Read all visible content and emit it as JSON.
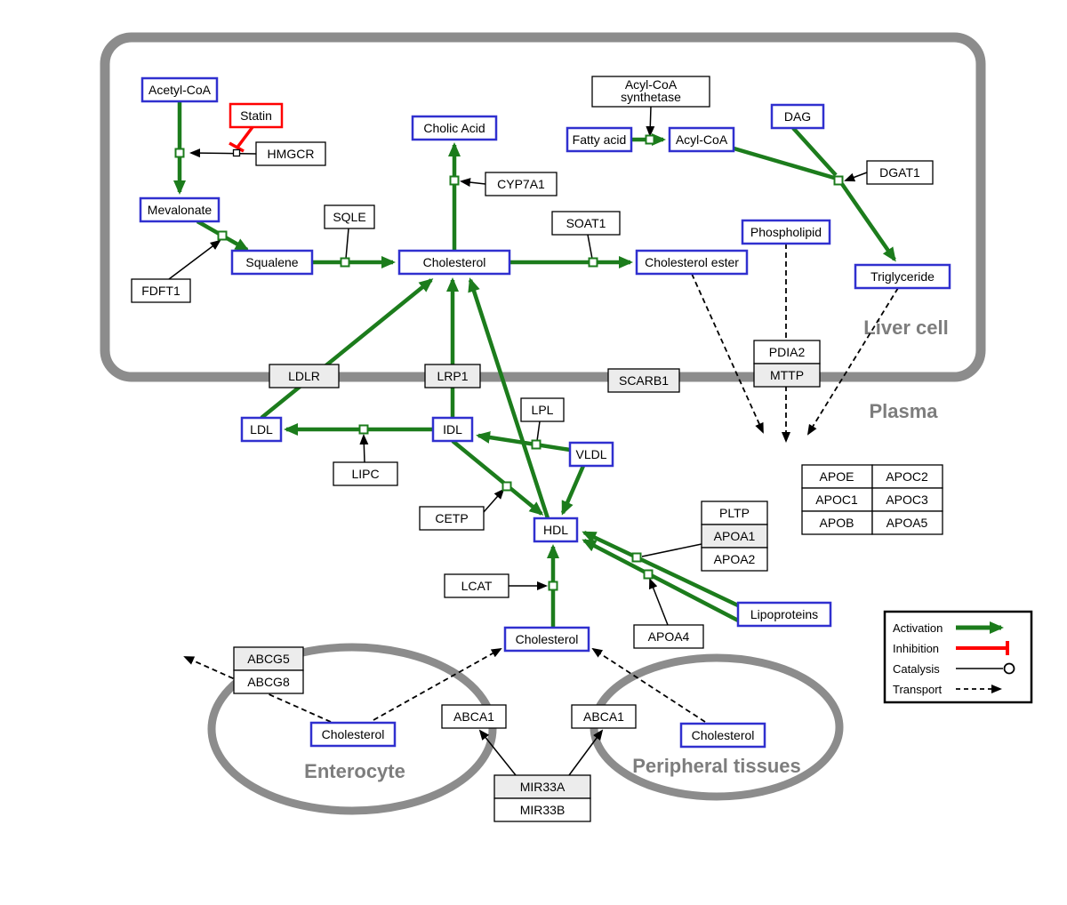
{
  "compartments": {
    "liver": "Liver cell",
    "plasma": "Plasma",
    "enterocyte": "Enterocyte",
    "peripheral": "Peripheral tissues"
  },
  "nodes": {
    "acetyl_coa": "Acetyl-CoA",
    "statin": "Statin",
    "hmgcr": "HMGCR",
    "mevalonate": "Mevalonate",
    "fdft1": "FDFT1",
    "squalene": "Squalene",
    "sqle": "SQLE",
    "cholic_acid": "Cholic Acid",
    "cyp7a1": "CYP7A1",
    "cholesterol_liver": "Cholesterol",
    "soat1": "SOAT1",
    "cholesterol_ester": "Cholesterol ester",
    "acyl_coa_synthetase_1": "Acyl-CoA",
    "acyl_coa_synthetase_2": "synthetase",
    "fatty_acid": "Fatty acid",
    "acyl_coa": "Acyl-CoA",
    "dag": "DAG",
    "dgat1": "DGAT1",
    "phospholipid": "Phospholipid",
    "triglyceride": "Triglyceride",
    "pdia2": "PDIA2",
    "mttp": "MTTP",
    "ldlr": "LDLR",
    "lrp1": "LRP1",
    "scarb1": "SCARB1",
    "lpl": "LPL",
    "ldl": "LDL",
    "idl": "IDL",
    "vldl": "VLDL",
    "lipc": "LIPC",
    "cetp": "CETP",
    "hdl": "HDL",
    "lcat": "LCAT",
    "pltp": "PLTP",
    "apoa1": "APOA1",
    "apoa2": "APOA2",
    "apoa4": "APOA4",
    "lipoproteins": "Lipoproteins",
    "apoe": "APOE",
    "apoc2": "APOC2",
    "apoc1": "APOC1",
    "apoc3": "APOC3",
    "apob": "APOB",
    "apoa5": "APOA5",
    "cholesterol_plasma": "Cholesterol",
    "abcg5": "ABCG5",
    "abcg8": "ABCG8",
    "cholesterol_enterocyte": "Cholesterol",
    "abca1_left": "ABCA1",
    "abca1_right": "ABCA1",
    "cholesterol_peripheral": "Cholesterol",
    "mir33a": "MIR33A",
    "mir33b": "MIR33B"
  },
  "legend": {
    "activation": "Activation",
    "inhibition": "Inhibition",
    "catalysis": "Catalysis",
    "transport": "Transport"
  },
  "colors": {
    "activation": "#1c7c1c",
    "inhibition": "#ff0000",
    "metabolite_border": "#3030cf",
    "compartment": "#8c8c8c"
  }
}
